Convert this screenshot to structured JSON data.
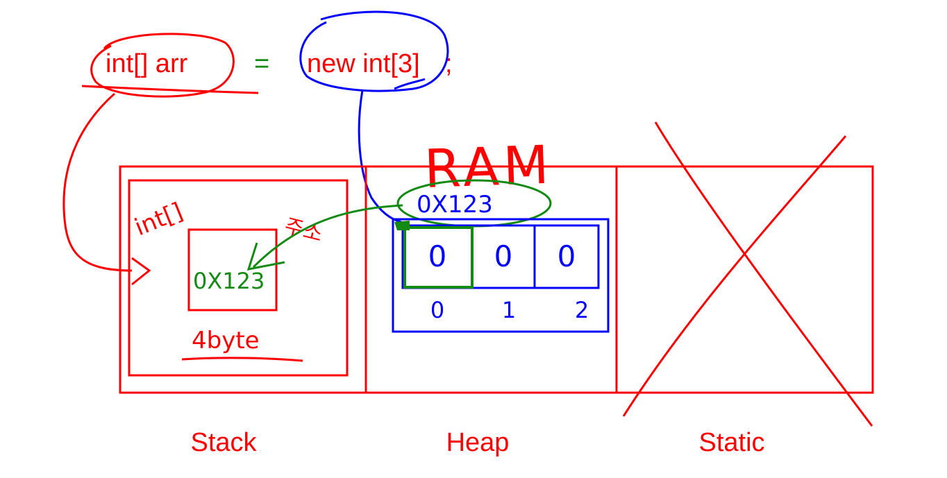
{
  "code": {
    "declaration": "int[] arr",
    "assign": "=",
    "new_expr": "new int[3]",
    "semicolon": ";"
  },
  "ram_label": "RAM",
  "stack": {
    "label": "Stack",
    "frame_type": "int[]",
    "reference_value": "0X123",
    "size_note": "4byte",
    "arrow_note": "주소"
  },
  "heap": {
    "label": "Heap",
    "address": "0X123",
    "cells": [
      "0",
      "0",
      "0"
    ],
    "indices": [
      "0",
      "1",
      "2"
    ]
  },
  "static_area": {
    "label": "Static",
    "crossed_out": true
  },
  "colors": {
    "red": "#ff0000",
    "blue": "#0000ff",
    "green": "#138a13"
  }
}
